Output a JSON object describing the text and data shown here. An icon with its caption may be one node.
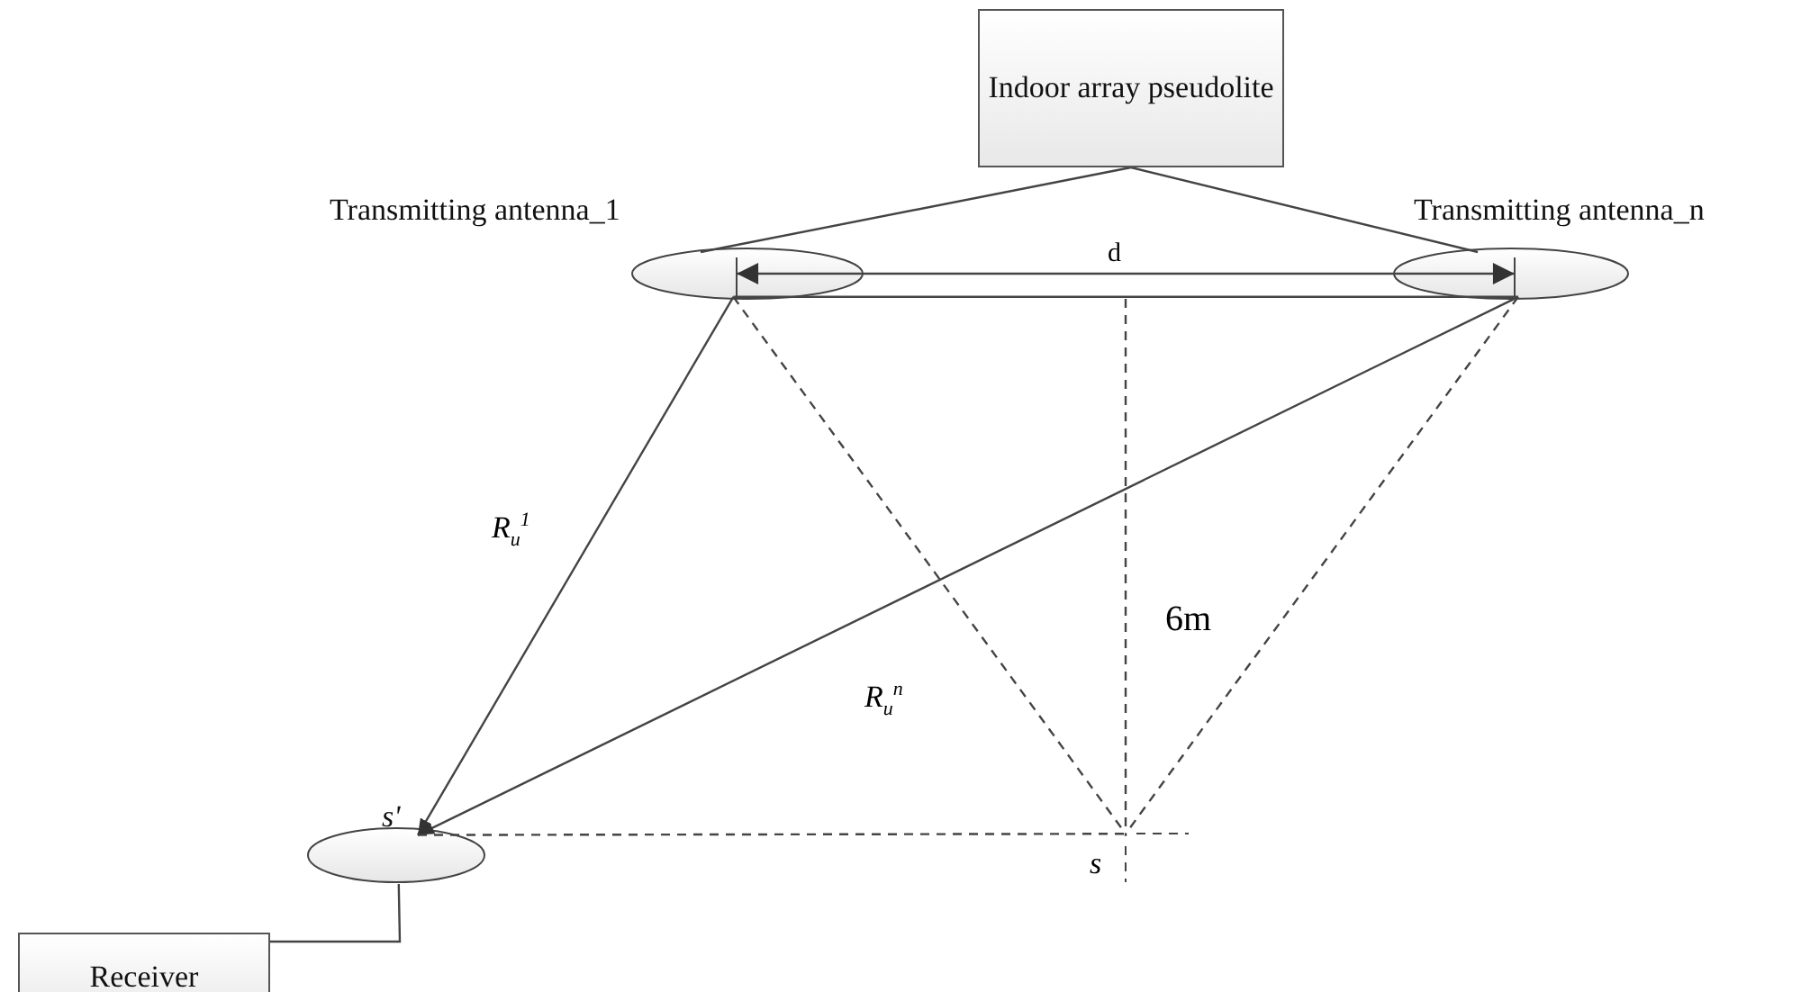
{
  "diagram": {
    "nodes": [
      {
        "text": [
          "Indoor array pseudolite"
        ]
      },
      {
        "text": [],
        "shape": "ellipse",
        "beside": [
          "Transmitting antenna_1"
        ]
      },
      {
        "text": [],
        "shape": "ellipse",
        "beside": [
          "Transmitting antenna_n"
        ]
      },
      {
        "text": [],
        "shape": "ellipse"
      },
      {
        "text": [
          "Receiver"
        ]
      },
      {
        "text": [
          "s"
        ]
      }
    ],
    "edges": [
      {
        "from": 0,
        "to": 1,
        "arrow": "none"
      },
      {
        "from": 0,
        "to": 2,
        "arrow": "none"
      },
      {
        "from": 1,
        "to": 2,
        "arrow": "none"
      },
      {
        "from": 1,
        "to": 3,
        "arrow": "to",
        "label": "R$_{u}$$^{1}$"
      },
      {
        "from": 2,
        "to": 3,
        "arrow": "to",
        "label": "R$_{u}$$^{n}$"
      },
      {
        "from": 4,
        "to": 3,
        "arrow": "none"
      },
      {
        "from": 1,
        "to": 5,
        "arrow": "none",
        "style": "dashed"
      },
      {
        "from": 2,
        "to": 5,
        "arrow": "none",
        "style": "dashed"
      },
      {
        "from": 3,
        "to": 5,
        "arrow": "none",
        "style": "dashed"
      },
      {
        "from": 1,
        "to": 2,
        "arrow": "both",
        "label": "d"
      },
      {
        "from": null,
        "to": 5,
        "arrow": "none",
        "style": "dashed",
        "label": "6m"
      }
    ],
    "labels": [
      "s'"
    ]
  }
}
